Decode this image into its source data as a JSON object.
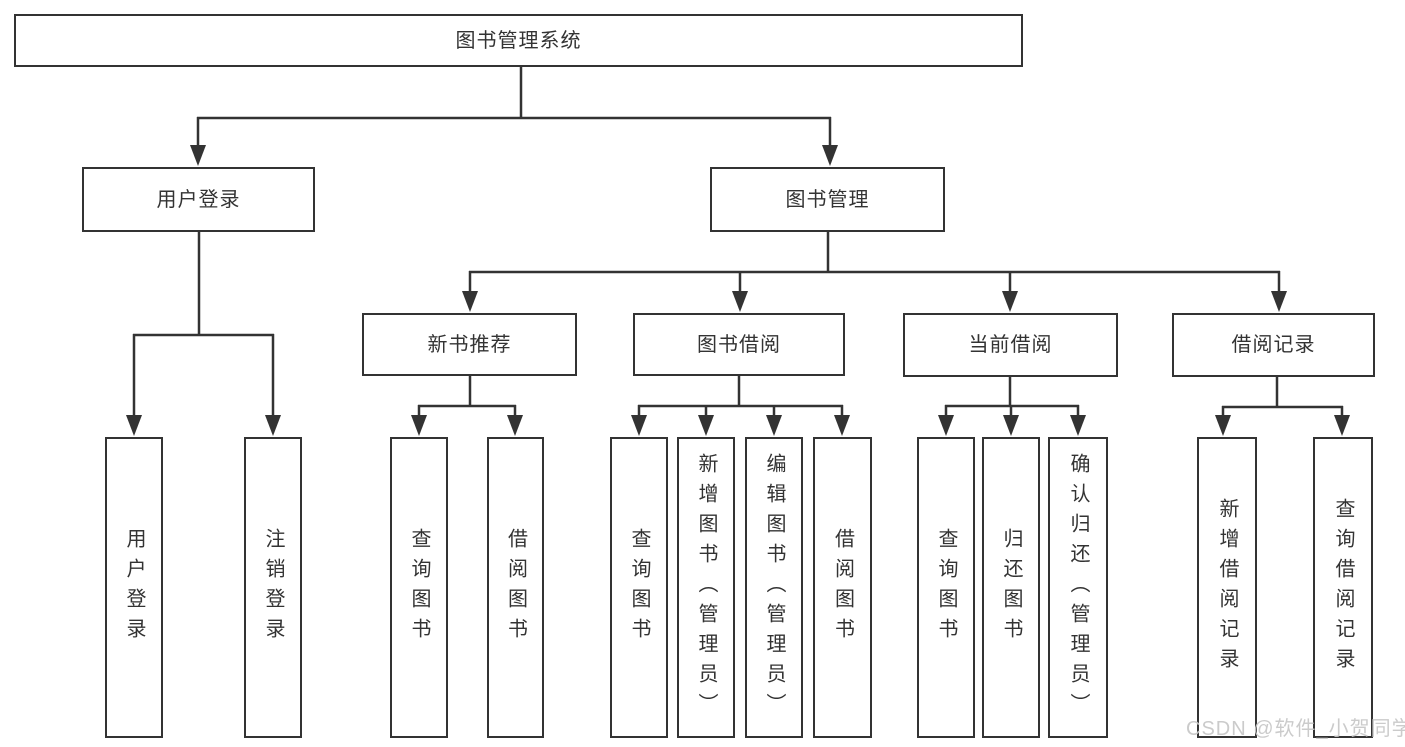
{
  "colors": {
    "line": "#333333",
    "box_border": "#333333",
    "box_fill": "#ffffff",
    "text": "#333333",
    "watermark": "#c7c7c7",
    "background": "#ffffff"
  },
  "watermark": {
    "text": "CSDN @软件_小贺同学"
  },
  "tree": {
    "root": {
      "label": "图书管理系统"
    },
    "branches": [
      {
        "label": "用户登录",
        "children_labels": [
          "用户登录",
          "注销登录"
        ]
      },
      {
        "label": "图书管理",
        "children": [
          {
            "label": "新书推荐",
            "children_labels": [
              "查询图书",
              "借阅图书"
            ]
          },
          {
            "label": "图书借阅",
            "children_labels": [
              "查询图书",
              "新增图书（管理员）",
              "编辑图书（管理员）",
              "借阅图书"
            ]
          },
          {
            "label": "当前借阅",
            "children_labels": [
              "查询图书",
              "归还图书",
              "确认归还（管理员）"
            ]
          },
          {
            "label": "借阅记录",
            "children_labels": [
              "新增借阅记录",
              "查询借阅记录"
            ]
          }
        ]
      }
    ]
  }
}
